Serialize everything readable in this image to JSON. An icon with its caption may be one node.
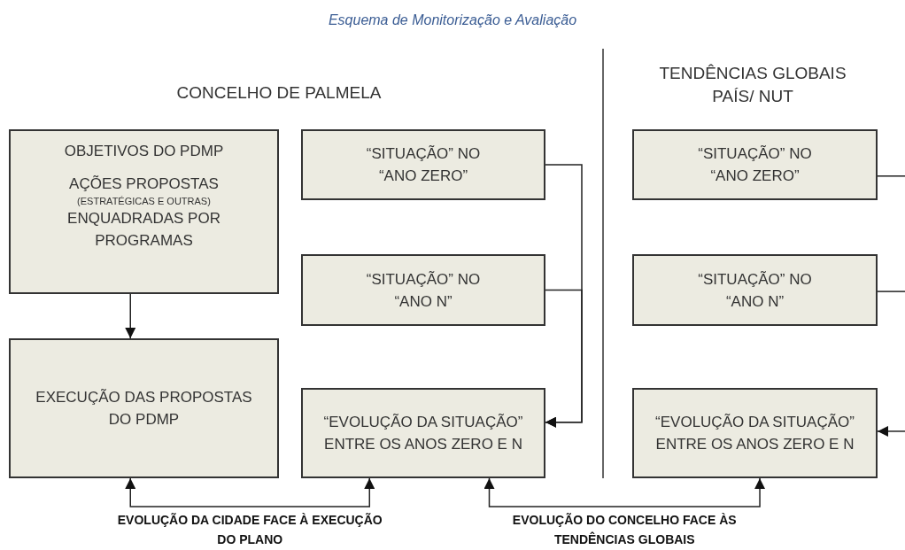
{
  "diagram": {
    "title": "Esquema de Monitorização e Avaliação",
    "nodes": [
      {
        "text": [
          "OBJETIVOS DO PDMP",
          "AÇÕES PROPOSTAS",
          "(ESTRATÉGICAS E OUTRAS)",
          "ENQUADRADAS POR PROGRAMAS"
        ]
      },
      {
        "text": [
          "EXECUÇÃO DAS PROPOSTAS DO PDMP"
        ]
      },
      {
        "text": [
          "“SITUAÇÃO” NO “ANO ZERO”"
        ]
      },
      {
        "text": [
          "“SITUAÇÃO” NO “ANO N”"
        ]
      },
      {
        "text": [
          "“EVOLUÇÃO DA SITUAÇÃO” ENTRE OS ANOS ZERO E N"
        ]
      },
      {
        "text": [
          "“SITUAÇÃO” NO “ANO ZERO”"
        ]
      },
      {
        "text": [
          "“SITUAÇÃO” NO “ANO N”"
        ]
      },
      {
        "text": [
          "“EVOLUÇÃO DA SITUAÇÃO” ENTRE OS ANOS ZERO E N"
        ]
      }
    ],
    "edges": [
      {
        "from": 0,
        "to": 1,
        "arrow": "to"
      },
      {
        "from": 2,
        "to": 4,
        "arrow": "to"
      },
      {
        "from": 3,
        "to": 4,
        "arrow": "to"
      },
      {
        "from": 5,
        "to": null,
        "arrow": "none"
      },
      {
        "from": 6,
        "to": null,
        "arrow": "none"
      },
      {
        "from": null,
        "to": 7,
        "arrow": "to"
      },
      {
        "from": 1,
        "to": 4,
        "arrow": "both",
        "label": "EVOLUÇÃO DA CIDADE FACE À EXECUÇÃO DO PLANO"
      },
      {
        "from": 4,
        "to": 7,
        "arrow": "both",
        "label": "EVOLUÇÃO DO CONCELHO FACE ÀS TENDÊNCIAS GLOBAIS"
      }
    ],
    "labels": [
      "CONCELHO DE PALMELA",
      "TENDÊNCIAS GLOBAIS PAÍS/ NUT"
    ]
  }
}
